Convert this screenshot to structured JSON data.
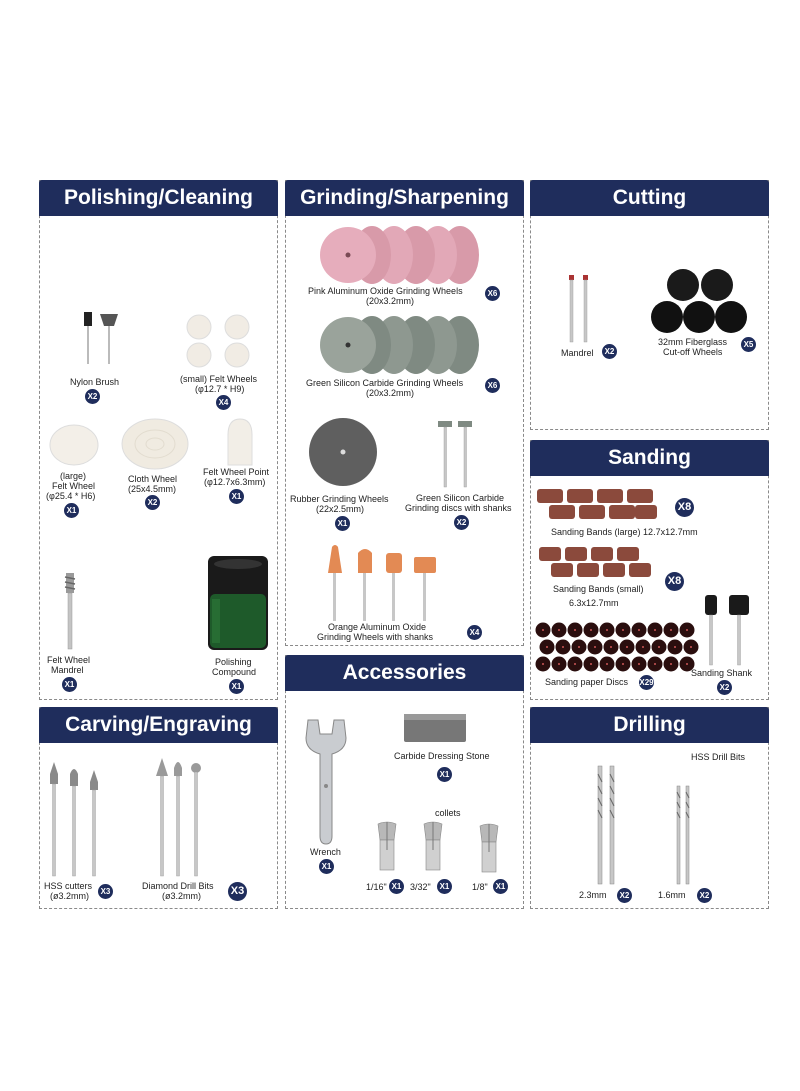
{
  "panels": {
    "polishing": {
      "title": "Polishing/Cleaning",
      "items": {
        "nylon_brush": {
          "label": "Nylon Brush",
          "qty": "X2"
        },
        "small_felt": {
          "label1": "(small) Felt Wheels",
          "label2": "(φ12.7 * H9)",
          "qty": "X4"
        },
        "large_felt": {
          "label1": "(large)",
          "label2": "Felt Wheel",
          "label3": "(φ25.4 * H6)",
          "qty": "X1"
        },
        "cloth_wheel": {
          "label1": "Cloth Wheel",
          "label2": "(25x4.5mm)",
          "qty": "X2"
        },
        "felt_point": {
          "label1": "Felt Wheel Point",
          "label2": "(φ12.7x6.3mm)",
          "qty": "X1"
        },
        "felt_mandrel": {
          "label1": "Felt Wheel",
          "label2": "Mandrel",
          "qty": "X1"
        },
        "compound": {
          "label1": "Polishing",
          "label2": "Compound",
          "qty": "X1"
        }
      }
    },
    "grinding": {
      "title": "Grinding/Sharpening",
      "items": {
        "pink": {
          "label1": "Pink Aluminum Oxide Grinding Wheels",
          "label2": "(20x3.2mm)",
          "qty": "X6"
        },
        "green": {
          "label1": "Green Silicon Carbide Grinding Wheels",
          "label2": "(20x3.2mm)",
          "qty": "X6"
        },
        "rubber": {
          "label1": "Rubber Grinding Wheels",
          "label2": "(22x2.5mm)",
          "qty": "X1"
        },
        "green_discs": {
          "label1": "Green Silicon Carbide",
          "label2": "Grinding discs with shanks",
          "qty": "X2"
        },
        "orange": {
          "label1": "Orange Aluminum Oxide",
          "label2": "Grinding Wheels with shanks",
          "qty": "X4"
        }
      }
    },
    "cutting": {
      "title": "Cutting",
      "items": {
        "mandrel": {
          "label": "Mandrel",
          "qty": "X2"
        },
        "fiberglass": {
          "label1": "32mm Fiberglass",
          "label2": "Cut-off Wheels",
          "qty": "X5"
        }
      }
    },
    "sanding": {
      "title": "Sanding",
      "items": {
        "bands_large": {
          "label": "Sanding Bands (large) 12.7x12.7mm",
          "qty": "X8"
        },
        "bands_small": {
          "label1": "Sanding Bands (small)",
          "label2": "6.3x12.7mm",
          "qty": "X8"
        },
        "discs": {
          "label": "Sanding paper Discs",
          "qty": "X29"
        },
        "shank": {
          "label": "Sanding Shank",
          "qty": "X2"
        }
      }
    },
    "carving": {
      "title": "Carving/Engraving",
      "items": {
        "hss": {
          "label1": "HSS cutters",
          "label2": "(ø3.2mm)",
          "qty": "X3"
        },
        "diamond": {
          "label1": "Diamond Drill Bits",
          "label2": "(ø3.2mm)",
          "qty": "X3"
        }
      }
    },
    "accessories": {
      "title": "Accessories",
      "items": {
        "stone": {
          "label": "Carbide Dressing Stone",
          "qty": "X1"
        },
        "wrench": {
          "label": "Wrench",
          "qty": "X1"
        },
        "collets": {
          "label": "collets"
        },
        "c1": {
          "label": "1/16\"",
          "qty": "X1"
        },
        "c2": {
          "label": "3/32\"",
          "qty": "X1"
        },
        "c3": {
          "label": "1/8\"",
          "qty": "X1"
        }
      }
    },
    "drilling": {
      "title": "Drilling",
      "items": {
        "hss_bits": {
          "label": "HSS Drill Bits"
        },
        "d1": {
          "label": "2.3mm",
          "qty": "X2"
        },
        "d2": {
          "label": "1.6mm",
          "qty": "X2"
        }
      }
    }
  }
}
